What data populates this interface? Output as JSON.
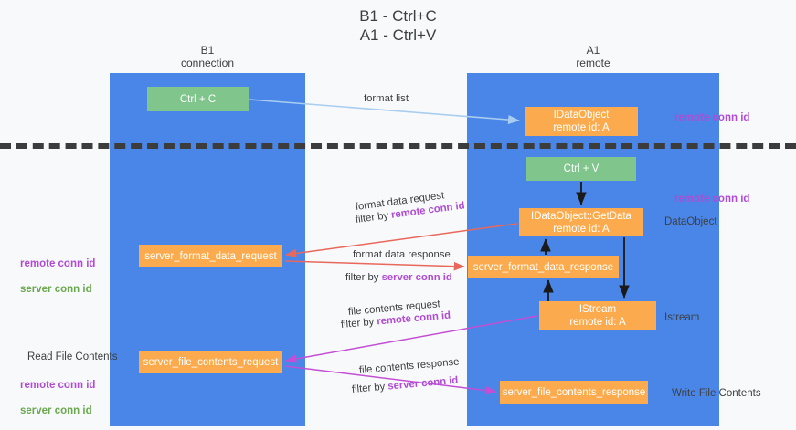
{
  "title": "B1 - Ctrl+C\nA1 - Ctrl+V",
  "lanes": [
    {
      "id": "b1",
      "heading": "B1\nconnection",
      "color": "#4a86e8"
    },
    {
      "id": "a1",
      "heading": "A1\nremote",
      "color": "#4a86e8"
    }
  ],
  "nodes": {
    "ctrl_c": "Ctrl + C",
    "idataobject": "IDataObject\nremote id: A",
    "ctrl_v": "Ctrl + V",
    "getdata": "IDataObject::GetData\nremote id: A",
    "server_format_data_request": "server_format_data_request",
    "server_format_data_response": "server_format_data_response",
    "istream": "IStream\nremote id: A",
    "server_file_contents_request": "server_file_contents_request",
    "server_file_contents_response": "server_file_contents_response"
  },
  "edge_labels": {
    "format_list": "format list",
    "format_data_request": "format data request",
    "format_data_request_filter_prefix": "filter by ",
    "format_data_request_filter_value": "remote conn id",
    "format_data_response": "format data response",
    "format_data_response_filter_prefix": "filter by ",
    "format_data_response_filter_value": "server conn id",
    "file_contents_request": "file contents request",
    "file_contents_request_filter_prefix": "filter by ",
    "file_contents_request_filter_value": "remote conn id",
    "file_contents_response": "file contents response",
    "file_contents_response_filter_prefix": "filter by ",
    "file_contents_response_filter_value": "server conn id"
  },
  "annotations": {
    "remote_conn_id_top": "remote conn id",
    "remote_conn_id_mid": "remote conn id",
    "dataobject": "DataObject",
    "istream": "Istream",
    "write_file_contents": "Write File Contents",
    "read_file_contents": "Read File Contents",
    "left_ids_remote": "remote conn id",
    "left_ids_server": "server conn id",
    "left_ids2_remote": "remote conn id",
    "left_ids2_server": "server conn id"
  },
  "colors": {
    "lane": "#4a86e8",
    "node_orange": "#fbab4e",
    "node_green": "#7fc58c",
    "purple": "#b04bd4",
    "green_text": "#6aa84f",
    "red_arrow": "#e8685b",
    "blue_arrow": "#a8cdf0",
    "magenta_arrow": "#c24fd4",
    "black_arrow": "#1a1a1a",
    "background": "#f8f9fa"
  }
}
